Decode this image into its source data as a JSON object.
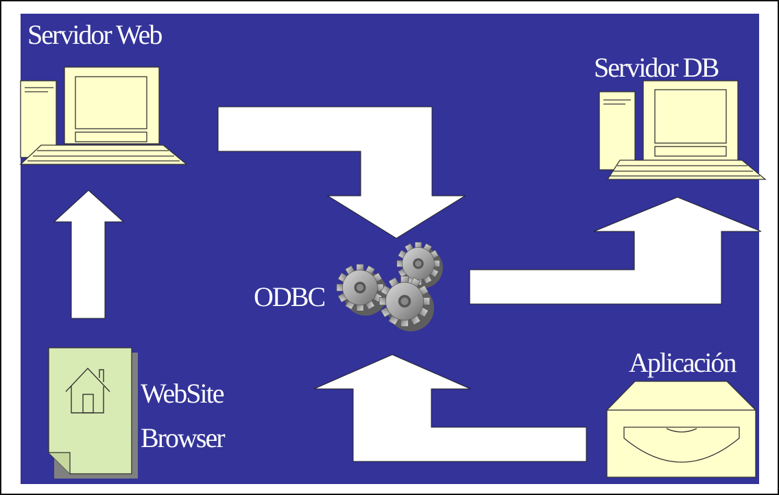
{
  "labels": {
    "web_server": "Servidor Web",
    "db_server": "Servidor DB",
    "odbc": "ODBC",
    "website": "WebSite",
    "browser": "Browser",
    "application": "Aplicación"
  },
  "colors": {
    "background": "#333399",
    "device": "#ffffcc",
    "arrow": "#ffffff",
    "document": "#d9ebb4",
    "gear": "#a0a0a0"
  },
  "icons": [
    "computer-icon",
    "computer-icon",
    "gears-icon",
    "web-document-icon",
    "cd-drive-icon"
  ]
}
